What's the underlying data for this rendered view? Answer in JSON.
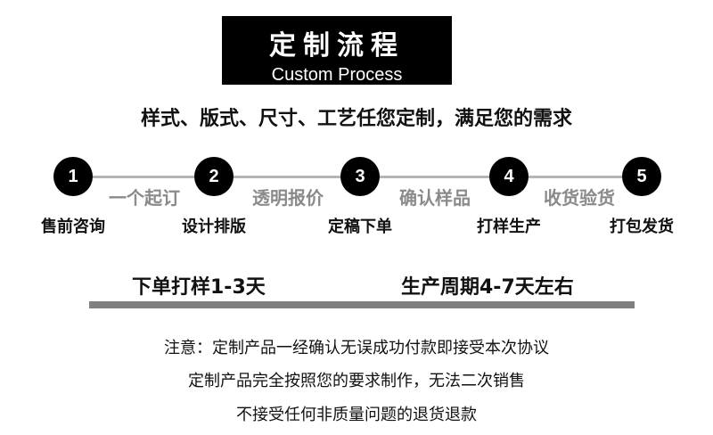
{
  "header": {
    "title_cn": "定制流程",
    "title_en": "Custom Process"
  },
  "subtitle": "样式、版式、尺寸、工艺任您定制，满足您的需求",
  "steps": [
    {
      "number": "1",
      "label": "售前咨询"
    },
    {
      "number": "2",
      "label": "设计排版"
    },
    {
      "number": "3",
      "label": "定稿下单"
    },
    {
      "number": "4",
      "label": "打样生产"
    },
    {
      "number": "5",
      "label": "打包发货"
    }
  ],
  "connectors": [
    "一个起订",
    "透明报价",
    "确认样品",
    "收货验货"
  ],
  "durations": {
    "sample": "下单打样1-3天",
    "production": "生产周期4-7天左右"
  },
  "notes": [
    "注意：定制产品一经确认无误成功付款即接受本次协议",
    "定制产品完全按照您的要求制作，无法二次销售",
    "不接受任何非质量问题的退货退款"
  ]
}
